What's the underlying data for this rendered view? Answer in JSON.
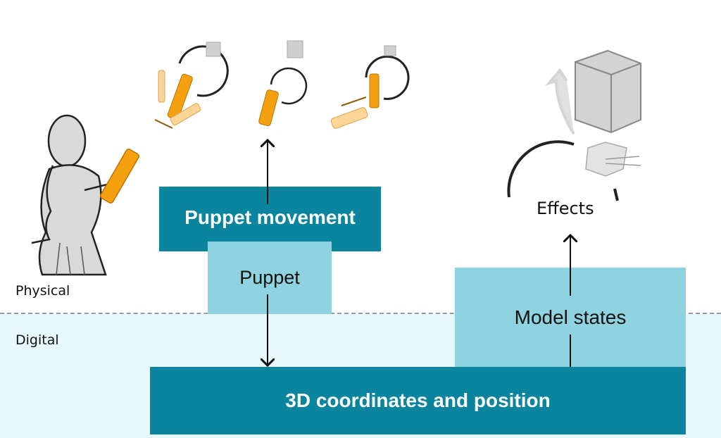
{
  "zones": {
    "physical_label": "Physical",
    "digital_label": "Digital"
  },
  "boxes": {
    "puppet_movement": "Puppet movement",
    "puppet": "Puppet",
    "model_states": "Model states",
    "coordinates": "3D coordinates and position"
  },
  "effects_label": "Effects",
  "illustrations": {
    "person": "person-holding-puppet-sketch",
    "movement_sequence": [
      "translate-x-sketch",
      "rotate-sketch",
      "translate-z-sketch"
    ],
    "effect": "cube-effect-sketch"
  },
  "colors": {
    "dark_box": "#0b859e",
    "light_box": "#8fd2e0",
    "digital_zone": "#e7f8fd",
    "puppet_orange": "#f5a00f"
  }
}
